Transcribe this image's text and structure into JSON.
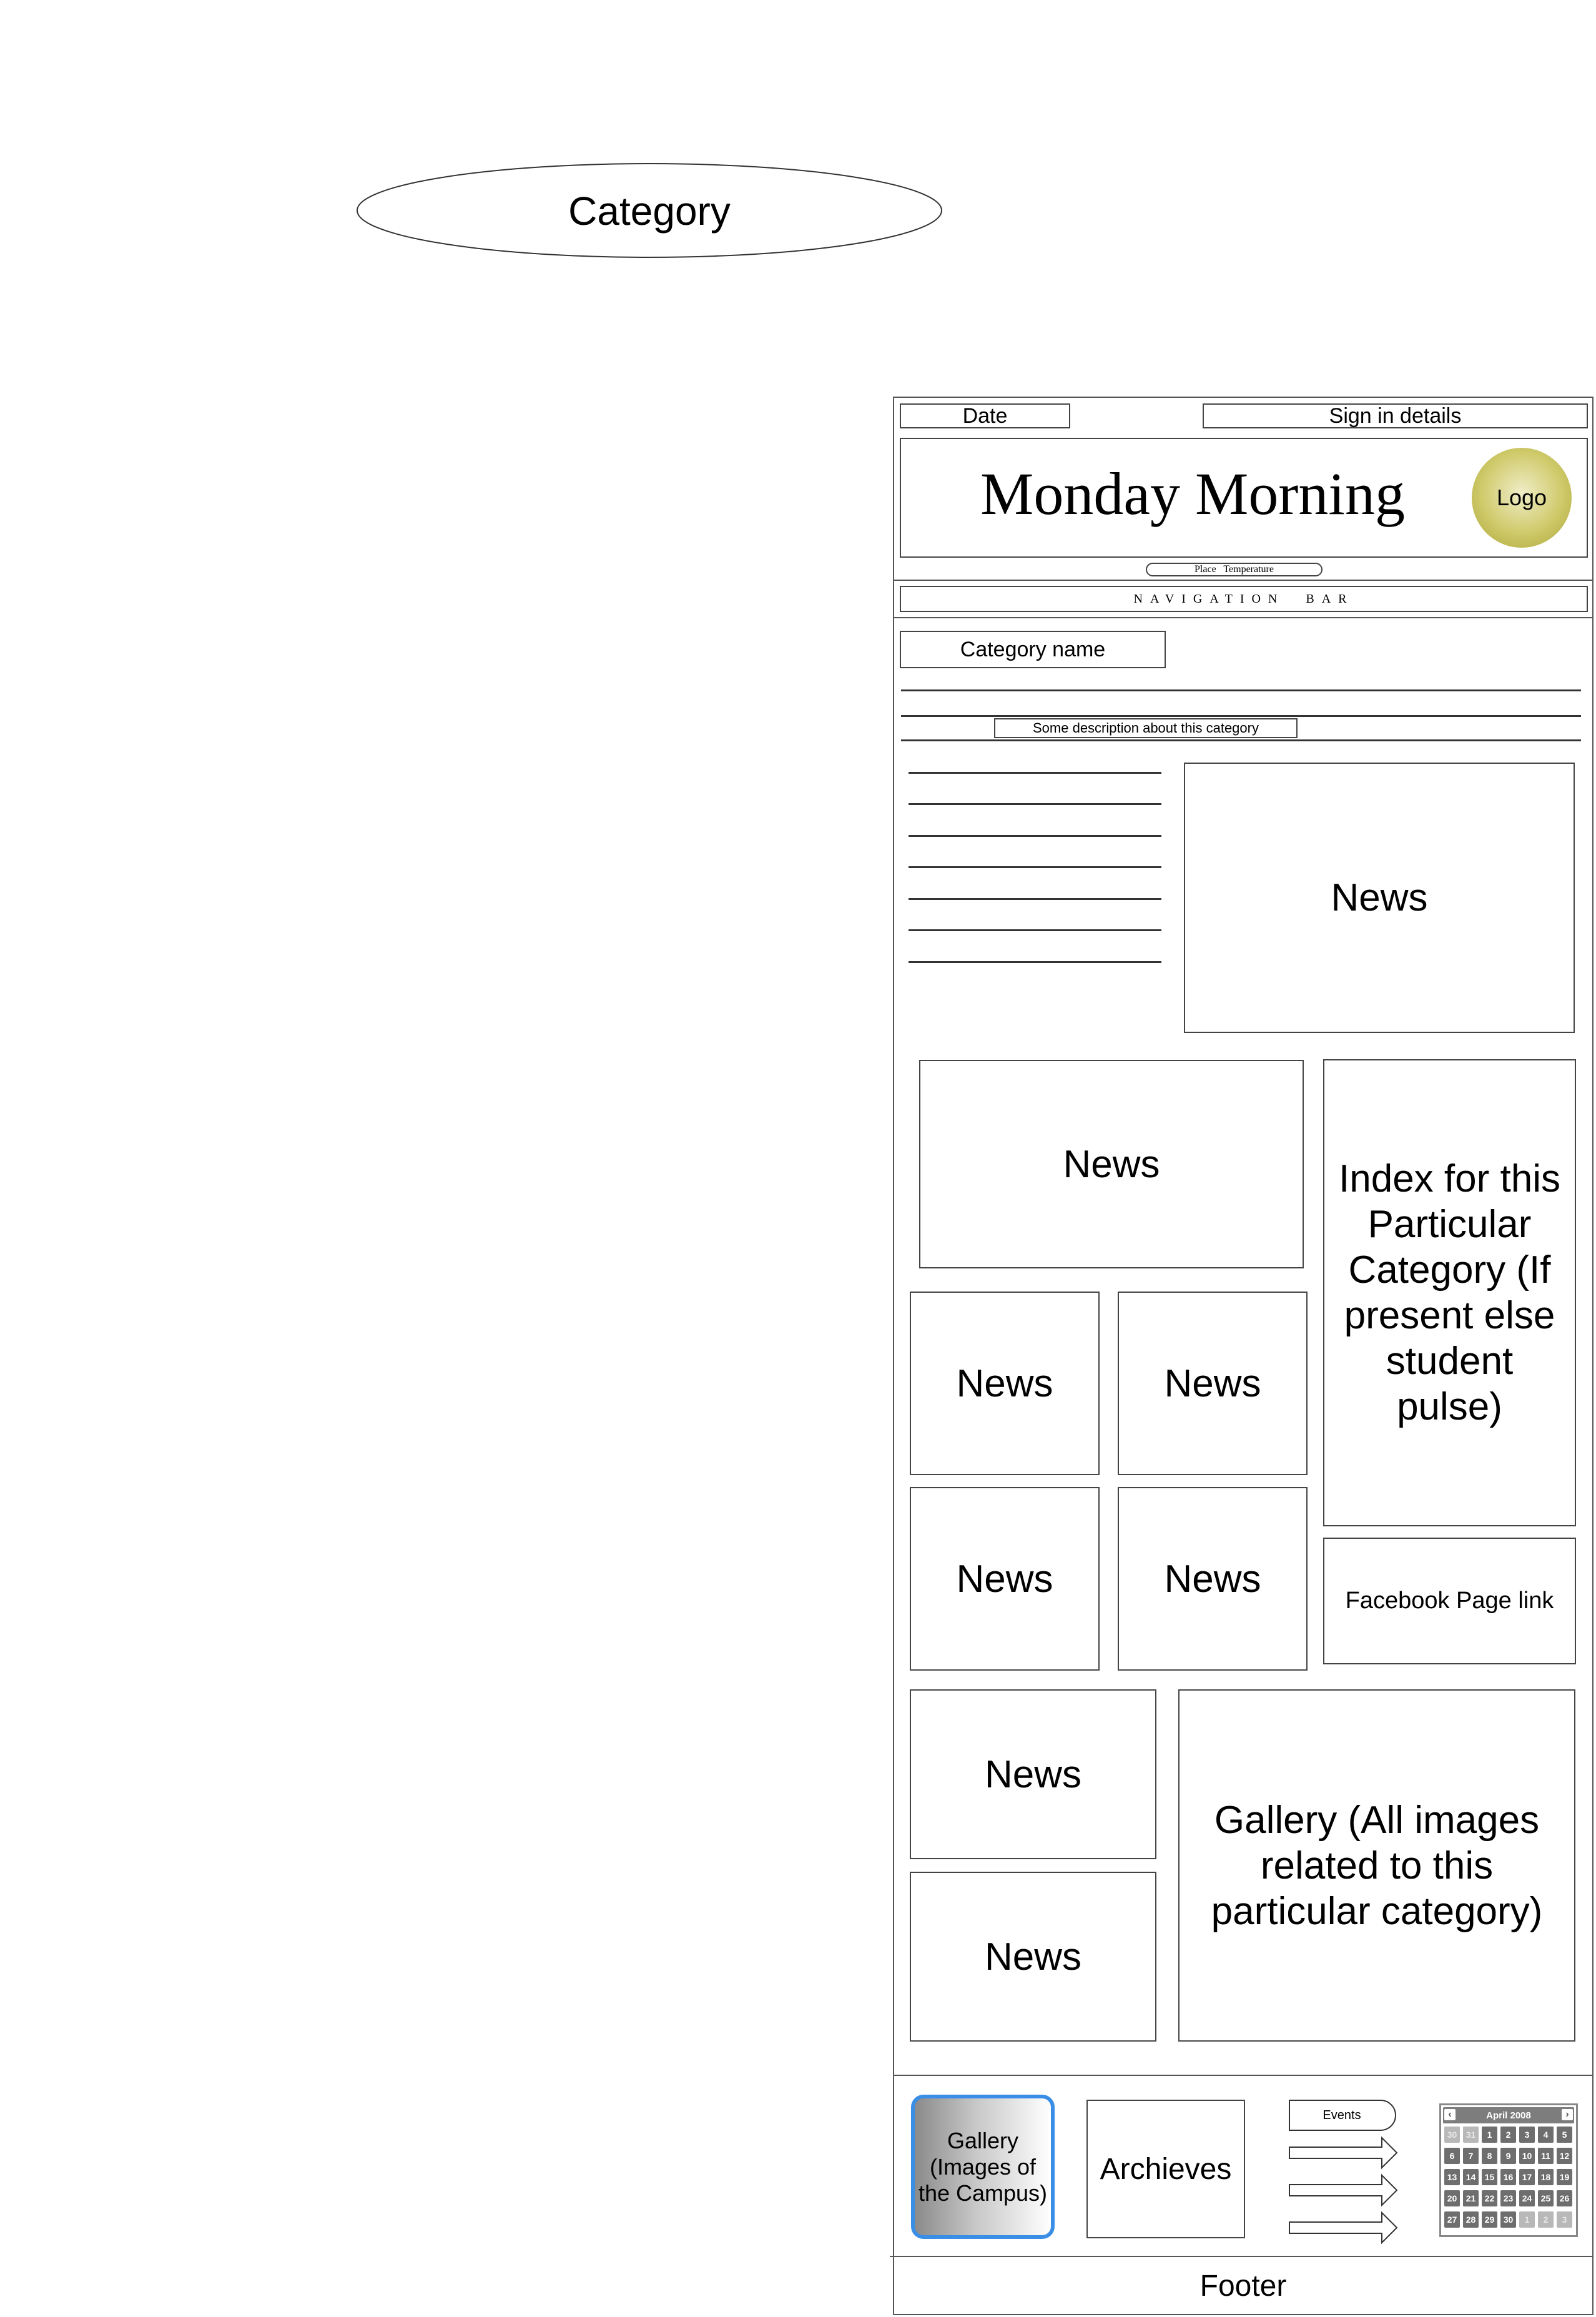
{
  "diagram_label": "Category",
  "top_bar": {
    "date": "Date",
    "sign_in": "Sign in details"
  },
  "header": {
    "title": "Monday Morning",
    "logo": "Logo",
    "place_temperature": "Place   Temperature",
    "nav": "NAVIGATION  BAR"
  },
  "category": {
    "name": "Category name",
    "description": "Some description about this category"
  },
  "news": [
    {
      "label": "News"
    },
    {
      "label": "News"
    },
    {
      "label": "News"
    },
    {
      "label": "News"
    },
    {
      "label": "News"
    },
    {
      "label": "News"
    },
    {
      "label": "News"
    },
    {
      "label": "News"
    }
  ],
  "index_box": "Index for this Particular Category (If present else student pulse)",
  "facebook": "Facebook Page link",
  "gallery_category": "Gallery (All images related to this particular category)",
  "footer_section": {
    "gallery_campus": "Gallery (Images of the Campus)",
    "archives": "Archieves",
    "events": "Events"
  },
  "calendar": {
    "month": "April 2008",
    "rows": [
      [
        "30",
        "31",
        "1",
        "2",
        "3",
        "4",
        "5"
      ],
      [
        "6",
        "7",
        "8",
        "9",
        "10",
        "11",
        "12"
      ],
      [
        "13",
        "14",
        "15",
        "16",
        "17",
        "18",
        "19"
      ],
      [
        "20",
        "21",
        "22",
        "23",
        "24",
        "25",
        "26"
      ],
      [
        "27",
        "28",
        "29",
        "30",
        "1",
        "2",
        "3"
      ]
    ],
    "muted": [
      [
        0,
        0
      ],
      [
        0,
        1
      ],
      [
        4,
        4
      ],
      [
        4,
        5
      ],
      [
        4,
        6
      ]
    ]
  },
  "footer": "Footer",
  "colors": {
    "logo_fill": "#b4b03c",
    "gallery_border": "#3a8ee6"
  }
}
